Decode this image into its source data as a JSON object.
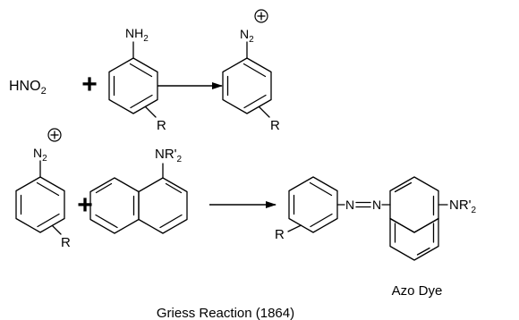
{
  "step1": {
    "reagent": "HNO",
    "reagent_sub": "2",
    "plus": "+",
    "aniline_group": "NH",
    "aniline_group_sub": "2",
    "aniline_r": "R",
    "diazonium_group": "N",
    "diazonium_group_sub": "2",
    "diazonium_r": "R"
  },
  "step2": {
    "diazonium_group": "N",
    "diazonium_group_sub": "2",
    "diazonium_r": "R",
    "plus": "+",
    "naphthylamine_group": "NR'",
    "naphthylamine_group_sub": "2",
    "product_r": "R",
    "azo_left_n": "N",
    "azo_right_n": "N",
    "product_group": "NR'",
    "product_group_sub": "2",
    "product_name": "Azo Dye"
  },
  "caption": "Griess Reaction (1864)"
}
